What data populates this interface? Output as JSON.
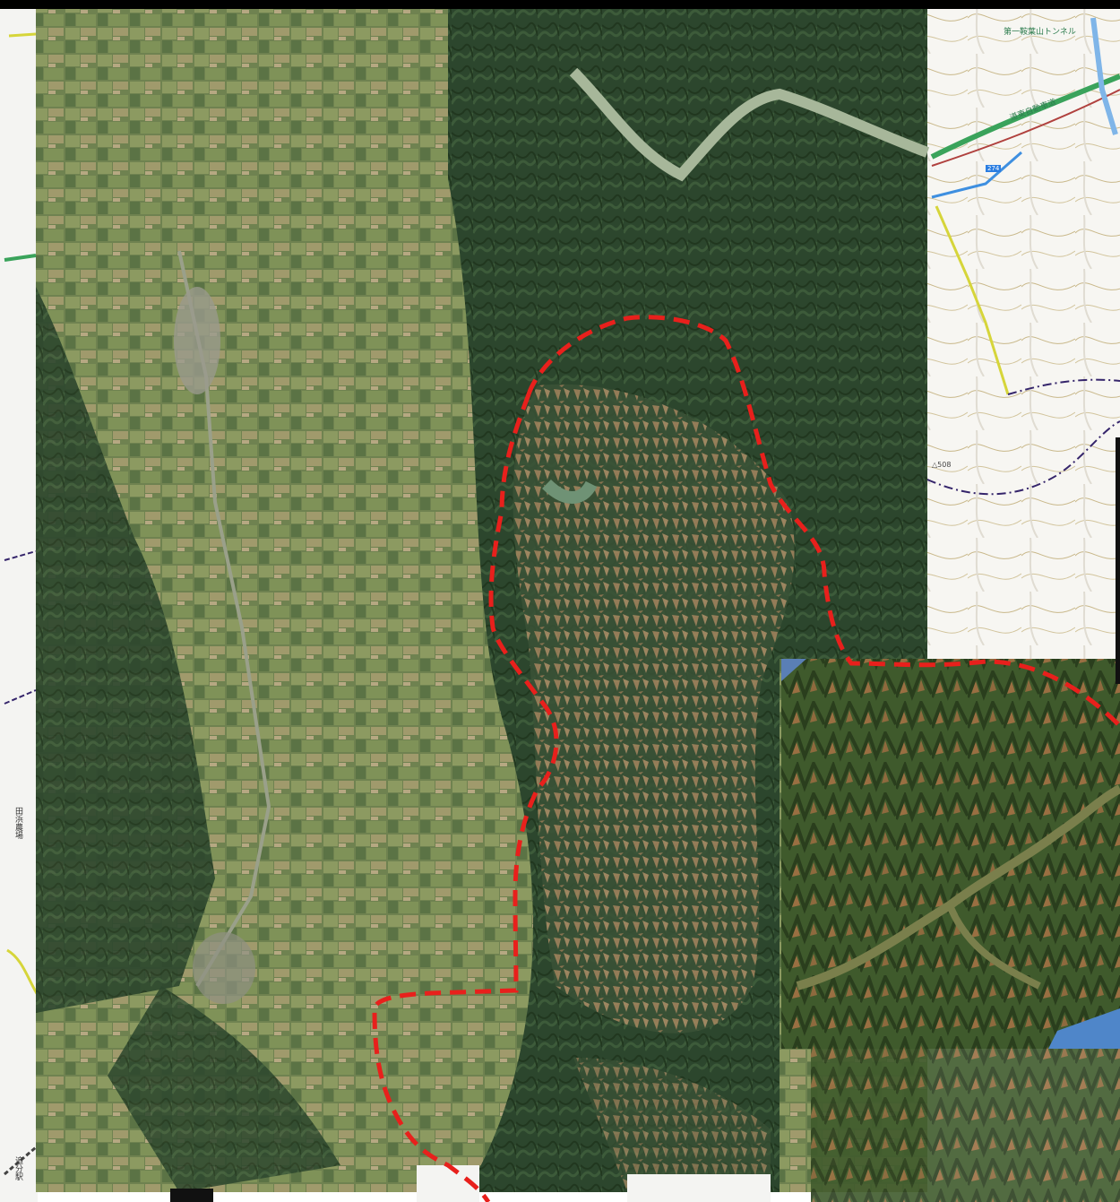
{
  "map": {
    "labels": {
      "tunnel": "第一鞍葉山トンネル",
      "expressway": "道東自動車道",
      "elevation": "△508",
      "farm": "田浜農場",
      "station": "追分駅",
      "route_number": "274"
    },
    "colors": {
      "boundary": "#e8201c",
      "forest": "#2f4a30",
      "farmland": "#7a8a55",
      "landslide": "#a38560",
      "topo_background": "#f7f6f2",
      "expressway": "#3aa35b",
      "national_road": "#d6d53a",
      "water": "#3e8fe0",
      "admin_boundary": "#35256b"
    }
  }
}
